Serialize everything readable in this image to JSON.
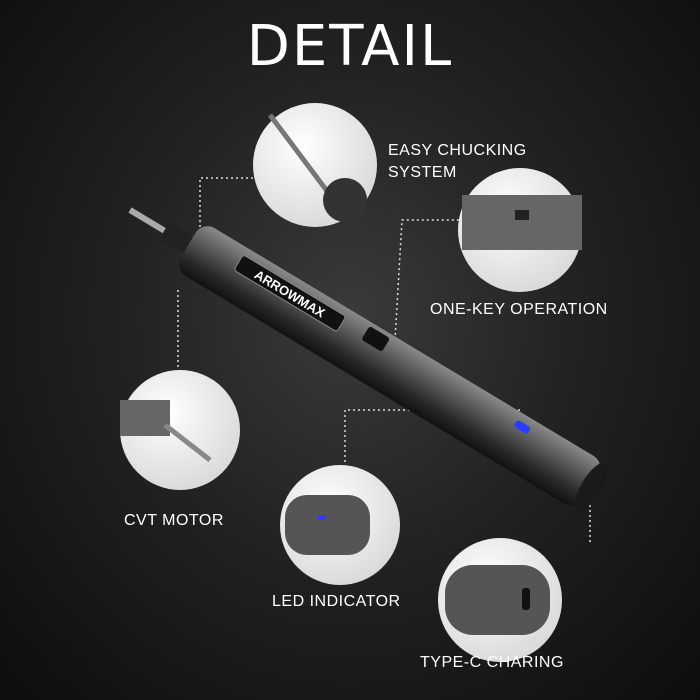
{
  "title": "DETAIL",
  "brand": "ARROWMAX",
  "features": [
    {
      "label_line1": "EASY CHUCKING",
      "label_line2": "SYSTEM"
    },
    {
      "label": "ONE-KEY OPERATION"
    },
    {
      "label": "CVT MOTOR"
    },
    {
      "label": "LED INDICATOR"
    },
    {
      "label": "TYPE-C CHARING"
    }
  ],
  "colors": {
    "background": "#1e1e1e",
    "text": "#ffffff",
    "led": "#2a3cff"
  }
}
